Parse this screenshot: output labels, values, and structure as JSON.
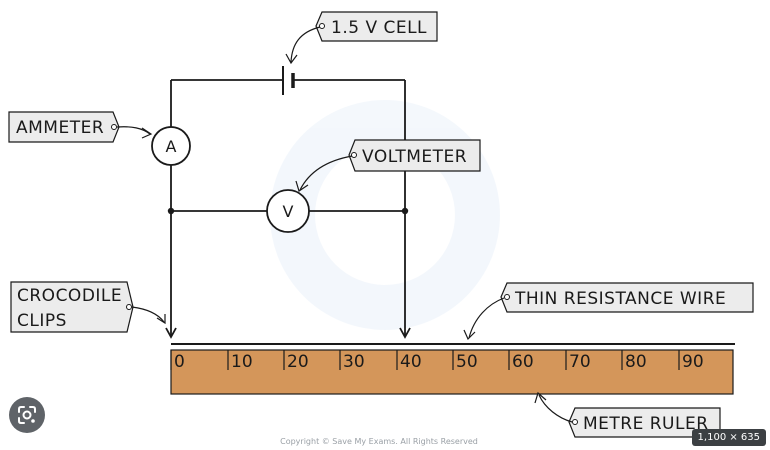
{
  "labels": {
    "cell": "1.5 V CELL",
    "ammeter": "AMMETER",
    "voltmeter": "VOLTMETER",
    "crocodile_line1": "CROCODILE",
    "crocodile_line2": "CLIPS",
    "wire": "THIN RESISTANCE WIRE",
    "ruler": "METRE RULER"
  },
  "meters": {
    "ammeter_symbol": "A",
    "voltmeter_symbol": "V"
  },
  "ruler_ticks": [
    "0",
    "10",
    "20",
    "30",
    "40",
    "50",
    "60",
    "70",
    "80",
    "90"
  ],
  "copyright": "Copyright © Save My Exams. All Rights Reserved",
  "image_dims": "1,100 × 635",
  "icons": {
    "lens": "google-lens-icon"
  },
  "colors": {
    "ruler_fill": "#d4965a",
    "label_box": "#ececec",
    "wire": "#1a1a1a"
  }
}
